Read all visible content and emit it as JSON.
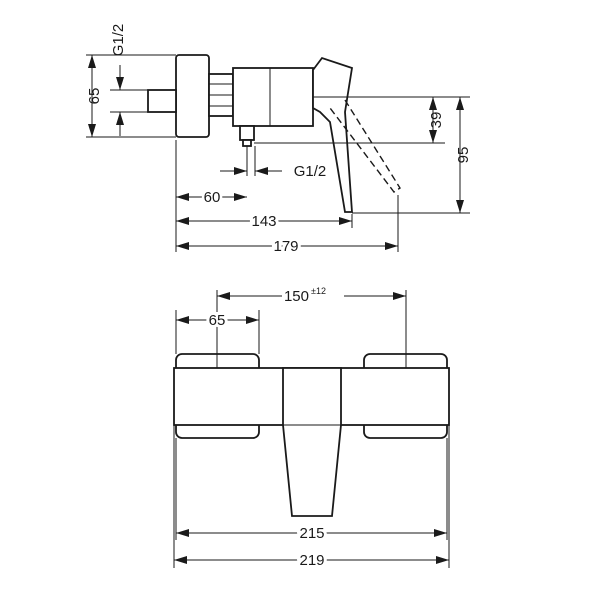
{
  "side_view": {
    "dims": {
      "thread_inlet": "G1/2",
      "thread_outlet": "G1/2",
      "d65": "65",
      "d39": "39",
      "d95": "95",
      "d60": "60",
      "d143": "143",
      "d179": "179"
    }
  },
  "front_view": {
    "dims": {
      "d150": "150",
      "d150_tol": "±12",
      "d65": "65",
      "d215": "215",
      "d219": "219"
    }
  }
}
